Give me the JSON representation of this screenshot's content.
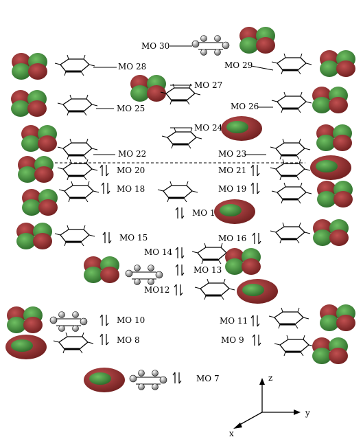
{
  "colors": {
    "lobe_positive": "#8b2a2a",
    "lobe_negative": "#3f8a3a",
    "line": "#000000"
  },
  "orbitals": [
    {
      "id": "mo30",
      "label": "MO 30",
      "occupied": false
    },
    {
      "id": "mo28",
      "label": "MO 28",
      "occupied": false
    },
    {
      "id": "mo29",
      "label": "MO 29",
      "occupied": false
    },
    {
      "id": "mo27",
      "label": "MO 27",
      "occupied": false
    },
    {
      "id": "mo25",
      "label": "MO 25",
      "occupied": false
    },
    {
      "id": "mo26",
      "label": "MO 26",
      "occupied": false
    },
    {
      "id": "mo24",
      "label": "MO 24",
      "occupied": false
    },
    {
      "id": "mo22",
      "label": "MO 22",
      "occupied": false
    },
    {
      "id": "mo23",
      "label": "MO 23",
      "occupied": false
    },
    {
      "id": "mo20",
      "label": "MO 20",
      "occupied": true
    },
    {
      "id": "mo21",
      "label": "MO 21",
      "occupied": true
    },
    {
      "id": "mo18",
      "label": "MO 18",
      "occupied": true
    },
    {
      "id": "mo19",
      "label": "MO 19",
      "occupied": true
    },
    {
      "id": "mo17",
      "label": "MO 17",
      "occupied": true
    },
    {
      "id": "mo15",
      "label": "MO 15",
      "occupied": true
    },
    {
      "id": "mo16",
      "label": "MO 16",
      "occupied": true
    },
    {
      "id": "mo14",
      "label": "MO 14",
      "occupied": true
    },
    {
      "id": "mo13",
      "label": "MO 13",
      "occupied": true
    },
    {
      "id": "mo12",
      "label": "MO12",
      "occupied": true
    },
    {
      "id": "mo10",
      "label": "MO 10",
      "occupied": true
    },
    {
      "id": "mo11",
      "label": "MO 11",
      "occupied": true
    },
    {
      "id": "mo8",
      "label": "MO 8",
      "occupied": true
    },
    {
      "id": "mo9",
      "label": "MO 9",
      "occupied": true
    },
    {
      "id": "mo7",
      "label": "MO 7",
      "occupied": true
    }
  ],
  "axes": {
    "z": "z",
    "y": "y",
    "x": "x"
  }
}
